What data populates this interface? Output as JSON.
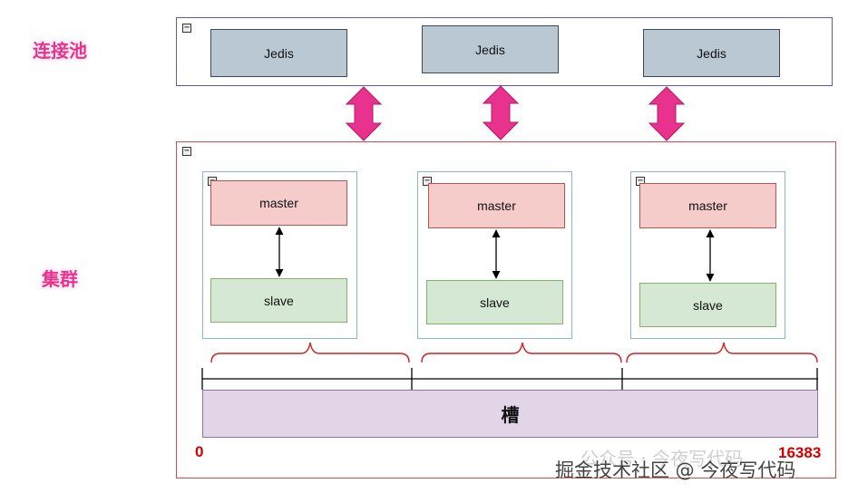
{
  "labels": {
    "connection_pool": "连接池",
    "cluster": "集群",
    "slot": "槽",
    "slot_start": "0",
    "slot_end": "16383"
  },
  "pool": {
    "clients": [
      "Jedis",
      "Jedis",
      "Jedis"
    ]
  },
  "cluster": {
    "nodes": [
      {
        "master": "master",
        "slave": "slave"
      },
      {
        "master": "master",
        "slave": "slave"
      },
      {
        "master": "master",
        "slave": "slave"
      }
    ]
  },
  "collapse_symbol": "−",
  "watermark": {
    "faint": "公众号 · 今夜写代码",
    "main": "掘金技术社区 @ 今夜写代码"
  },
  "colors": {
    "pink_arrow": "#e9328e",
    "label_pink": "#e9328e",
    "brace_red": "#cc2222",
    "pool_border": "#5a5ab8",
    "cluster_border": "#d64a4a"
  }
}
